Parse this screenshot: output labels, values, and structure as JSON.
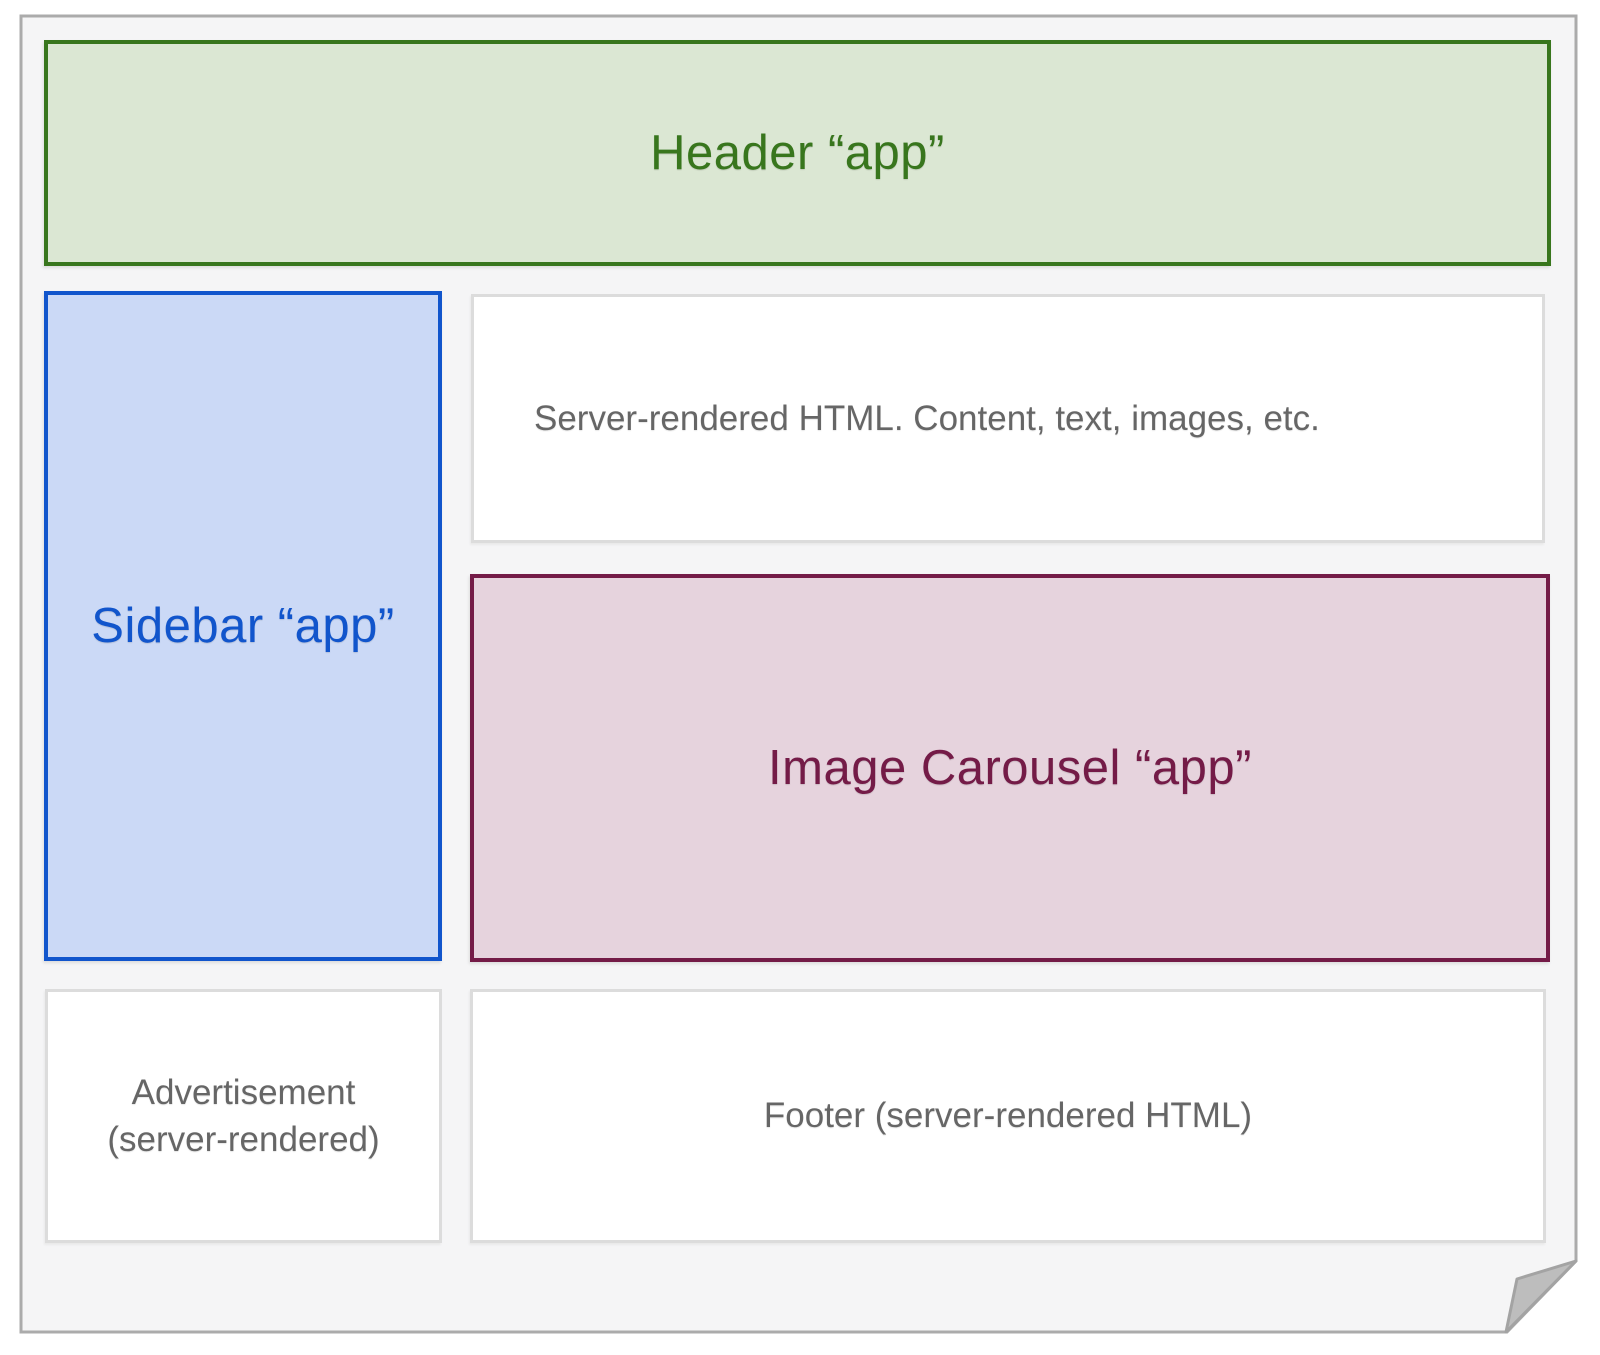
{
  "page": {
    "frame_fill": "#f5f5f6",
    "frame_border": "#ababab",
    "fold_fill": "#bdbdbd",
    "fold_border": "#a3a3a3"
  },
  "boxes": {
    "header": {
      "label": "Header “app”",
      "fill": "#dbe7d3",
      "border": "#38761d",
      "text_color": "#38761d"
    },
    "sidebar": {
      "label": "Sidebar “app”",
      "fill": "#cbd9f6",
      "border": "#1155cc",
      "text_color": "#1155cc"
    },
    "content": {
      "label": "Server-rendered HTML. Content, text, images, etc.",
      "fill": "#ffffff",
      "border": "#dcdcdc",
      "text_color": "#666666"
    },
    "carousel": {
      "label": "Image Carousel “app”",
      "fill": "#e6d3dd",
      "border": "#741b47",
      "text_color": "#741b47"
    },
    "advertisement": {
      "label": "Advertisement\n(server-rendered)",
      "fill": "#ffffff",
      "border": "#dcdcdc",
      "text_color": "#666666"
    },
    "footer": {
      "label": "Footer (server-rendered HTML)",
      "fill": "#ffffff",
      "border": "#dcdcdc",
      "text_color": "#666666"
    }
  }
}
